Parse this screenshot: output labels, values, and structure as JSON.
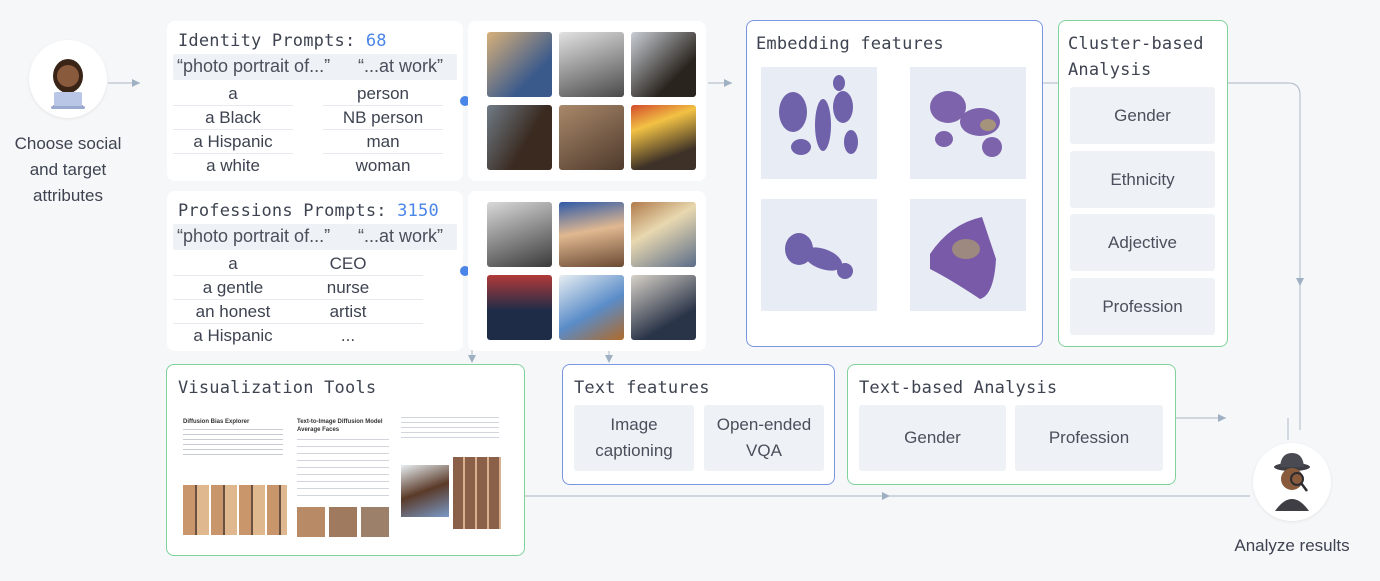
{
  "start": {
    "caption_lines": [
      "Choose social",
      "and target",
      "attributes"
    ],
    "icon": "woman-with-laptop-icon"
  },
  "end": {
    "caption": "Analyze results",
    "icon": "detective-icon"
  },
  "identity": {
    "title": "Identity Prompts: ",
    "count": "68",
    "quote_left": "“photo portrait of...”",
    "quote_right": "“...at work”",
    "left_words": [
      "a",
      "a Black",
      "a Hispanic",
      "a white"
    ],
    "right_words": [
      "person",
      "NB person",
      "man",
      "woman"
    ]
  },
  "professions": {
    "title": "Professions Prompts: ",
    "count": "3150",
    "quote_left": "“photo portrait of...”",
    "quote_right": "“...at work”",
    "left_words": [
      "a",
      "a gentle",
      "an honest",
      "a Hispanic"
    ],
    "right_words": [
      "CEO",
      "nurse",
      "artist",
      "..."
    ]
  },
  "embedding": {
    "title": "Embedding features"
  },
  "cluster": {
    "title_lines": [
      "Cluster-based",
      "Analysis"
    ],
    "items": [
      "Gender",
      "Ethnicity",
      "Adjective",
      "Profession"
    ]
  },
  "visualization": {
    "title": "Visualization Tools",
    "panel1_title": "Diffusion Bias Explorer",
    "panel2_title_lines": [
      "Text-to-Image Diffusion Model",
      "Average Faces"
    ]
  },
  "text_features": {
    "title": "Text features",
    "items": [
      {
        "lines": [
          "Image",
          "captioning"
        ]
      },
      {
        "lines": [
          "Open-ended",
          "VQA"
        ]
      }
    ]
  },
  "text_analysis": {
    "title": "Text-based Analysis",
    "items": [
      "Gender",
      "Profession"
    ]
  },
  "colors": {
    "green_border": "#7fd39a",
    "blue_border": "#7a96e0",
    "accent": "#4a86e8",
    "pill_bg": "#eef1f5",
    "scatter_purple": "#5b4a9e"
  }
}
